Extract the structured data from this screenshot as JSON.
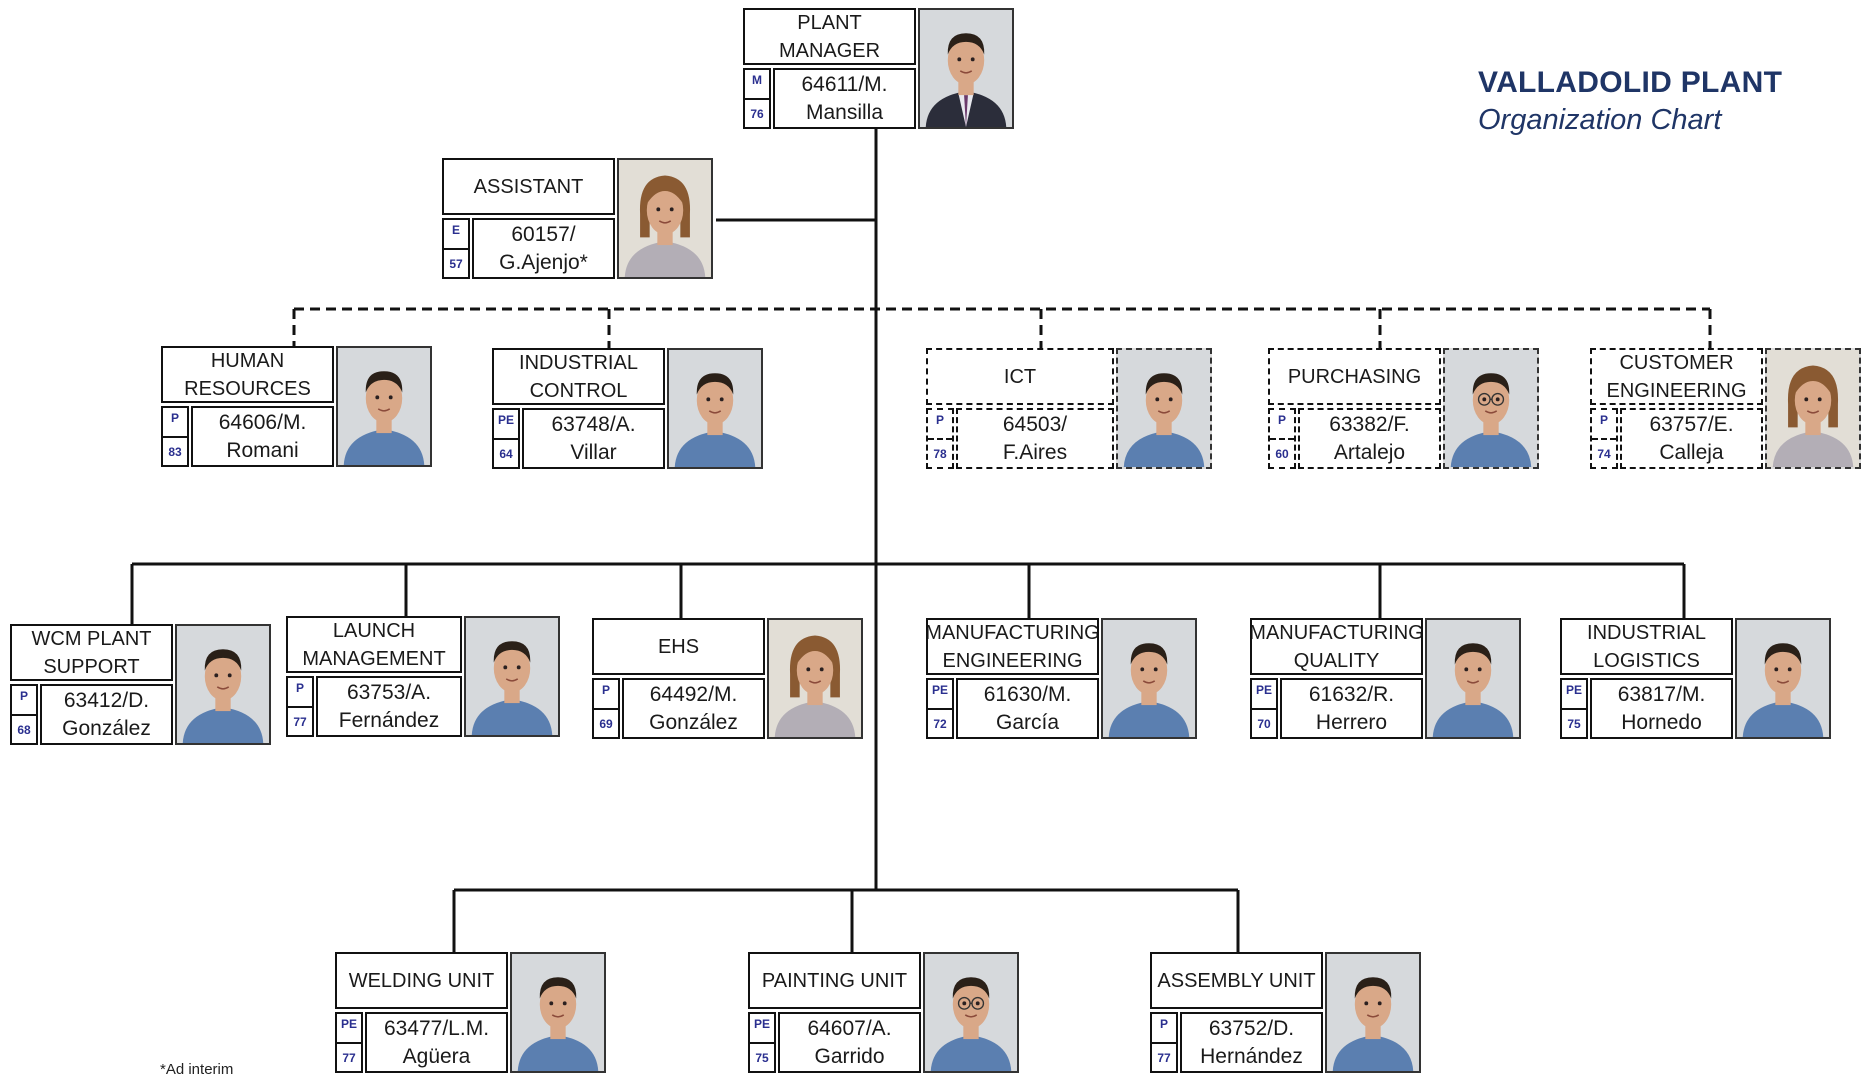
{
  "header": {
    "title": "VALLADOLID PLANT",
    "subtitle": "Organization Chart"
  },
  "footnote": "*Ad interim",
  "colors": {
    "title_navy": "#1f3566",
    "badge_text": "#2a2f8f"
  },
  "nodes": [
    {
      "title": "PLANT\nMANAGER",
      "level": "M",
      "age": "76",
      "id_line1": "64611/M.",
      "id_line2": "Mansilla",
      "photo": "man-suit-portrait"
    },
    {
      "title": "ASSISTANT",
      "level": "E",
      "age": "57",
      "id_line1": "60157/",
      "id_line2": "G.Ajenjo*",
      "photo": "woman-portrait"
    },
    {
      "title": "HUMAN\nRESOURCES",
      "level": "P",
      "age": "83",
      "id_line1": "64606/M.",
      "id_line2": "Romani",
      "photo": "man-portrait"
    },
    {
      "title": "INDUSTRIAL\nCONTROL",
      "level": "PE",
      "age": "64",
      "id_line1": "63748/A.",
      "id_line2": "Villar",
      "photo": "man-portrait"
    },
    {
      "title": "ICT",
      "level": "P",
      "age": "78",
      "id_line1": "64503/",
      "id_line2": "F.Aires",
      "photo": "man-portrait"
    },
    {
      "title": "PURCHASING",
      "level": "P",
      "age": "60",
      "id_line1": "63382/F.",
      "id_line2": "Artalejo",
      "photo": "man-glasses-portrait"
    },
    {
      "title": "CUSTOMER\nENGINEERING",
      "level": "P",
      "age": "74",
      "id_line1": "63757/E.",
      "id_line2": "Calleja",
      "photo": "woman-portrait"
    },
    {
      "title": "WCM PLANT\nSUPPORT",
      "level": "P",
      "age": "68",
      "id_line1": "63412/D.",
      "id_line2": "González",
      "photo": "man-portrait"
    },
    {
      "title": "LAUNCH\nMANAGEMENT",
      "level": "P",
      "age": "77",
      "id_line1": "63753/A.",
      "id_line2": "Fernández",
      "photo": "man-portrait"
    },
    {
      "title": "EHS",
      "level": "P",
      "age": "69",
      "id_line1": "64492/M.",
      "id_line2": "González",
      "photo": "woman-portrait"
    },
    {
      "title": "MANUFACTURING\nENGINEERING",
      "level": "PE",
      "age": "72",
      "id_line1": "61630/M.",
      "id_line2": "García",
      "photo": "man-portrait"
    },
    {
      "title": "MANUFACTURING\nQUALITY",
      "level": "PE",
      "age": "70",
      "id_line1": "61632/R.",
      "id_line2": "Herrero",
      "photo": "man-portrait"
    },
    {
      "title": "INDUSTRIAL\nLOGISTICS",
      "level": "PE",
      "age": "75",
      "id_line1": "63817/M.",
      "id_line2": "Hornedo",
      "photo": "man-portrait"
    },
    {
      "title": "WELDING UNIT",
      "level": "PE",
      "age": "77",
      "id_line1": "63477/L.M.",
      "id_line2": "Agüera",
      "photo": "man-portrait"
    },
    {
      "title": "PAINTING  UNIT",
      "level": "PE",
      "age": "75",
      "id_line1": "64607/A.",
      "id_line2": "Garrido",
      "photo": "man-glasses-portrait"
    },
    {
      "title": "ASSEMBLY UNIT",
      "level": "P",
      "age": "77",
      "id_line1": "63752/D.",
      "id_line2": "Hernández",
      "photo": "man-portrait"
    }
  ]
}
